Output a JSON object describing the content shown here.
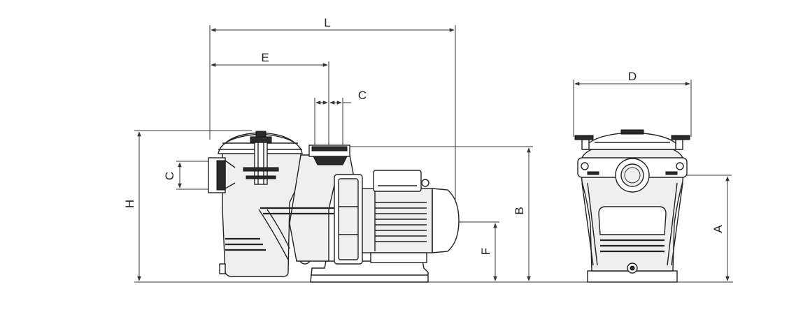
{
  "labels": {
    "L": "L",
    "E": "E",
    "C_top": "C",
    "C_side": "C",
    "H": "H",
    "B": "B",
    "F": "F",
    "D": "D",
    "A": "A"
  }
}
